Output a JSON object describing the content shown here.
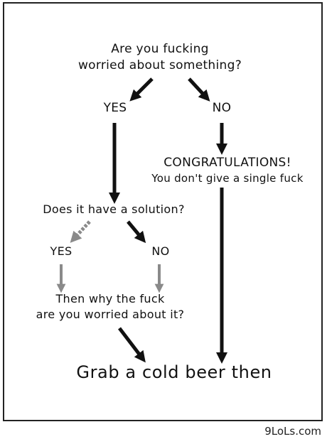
{
  "flowchart": {
    "question_1_line_1": "Are you fucking",
    "question_1_line_2": "worried about something?",
    "yes_1": "YES",
    "no_1": "NO",
    "congrats_title": "CONGRATULATIONS!",
    "congrats_sub": "You don't give a single fuck",
    "question_2": "Does it have a solution?",
    "yes_2": "YES",
    "no_2": "NO",
    "why_line_1": "Then why the fuck",
    "why_line_2": "are you worried about it?",
    "final": "Grab a cold beer then"
  },
  "watermark": "9LoLs.com",
  "colors": {
    "ink": "#111111",
    "faded_arrow": "#8a8a8a",
    "background": "#ffffff"
  }
}
